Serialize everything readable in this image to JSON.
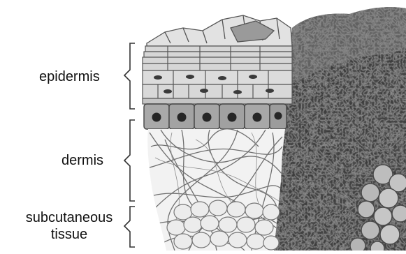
{
  "labels": {
    "epidermis": "epidermis",
    "dermis": "dermis",
    "subcutaneous_line1": "subcutaneous",
    "subcutaneous_line2": "tissue"
  },
  "colors": {
    "background": "#ffffff",
    "text": "#111111",
    "bracket": "#333333",
    "cell_fill": "#d9d9d9",
    "cell_outline": "#555555",
    "nucleus": "#2b2b2b",
    "basal_fill": "#9e9e9e",
    "fiber": "#6f6f6f",
    "fat_fill": "#e8e8e8",
    "sem_dark": "#2a2a2a",
    "sem_mid": "#6a6a6a"
  },
  "icons": {
    "diagram": "skin-layers-cross-section",
    "sem": "scanning-electron-micrograph-texture"
  }
}
